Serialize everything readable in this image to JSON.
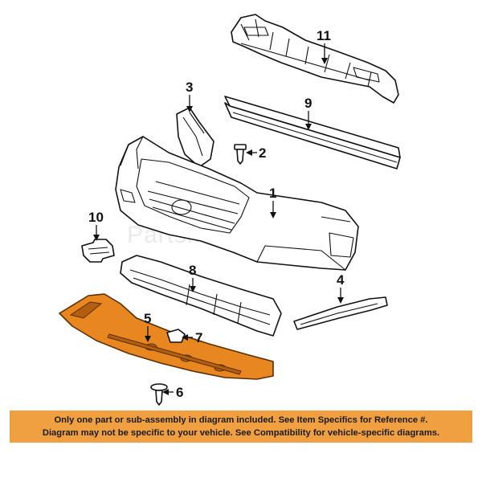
{
  "watermark": "Partsmotive.com",
  "highlight_color": "#e8861f",
  "callouts": [
    {
      "id": "11",
      "label": "11"
    },
    {
      "id": "3",
      "label": "3"
    },
    {
      "id": "9",
      "label": "9"
    },
    {
      "id": "2",
      "label": "2"
    },
    {
      "id": "1",
      "label": "1"
    },
    {
      "id": "10",
      "label": "10"
    },
    {
      "id": "8",
      "label": "8"
    },
    {
      "id": "4",
      "label": "4"
    },
    {
      "id": "5",
      "label": "5"
    },
    {
      "id": "7",
      "label": "7"
    },
    {
      "id": "6",
      "label": "6"
    }
  ],
  "notice": {
    "line1": "Only one part or sub-assembly in diagram included. See Item Specifics for Reference #.",
    "line2": "Diagram may not be specific to your vehicle. See Compatibility for vehicle-specific diagrams.",
    "background": "#f0a040"
  }
}
